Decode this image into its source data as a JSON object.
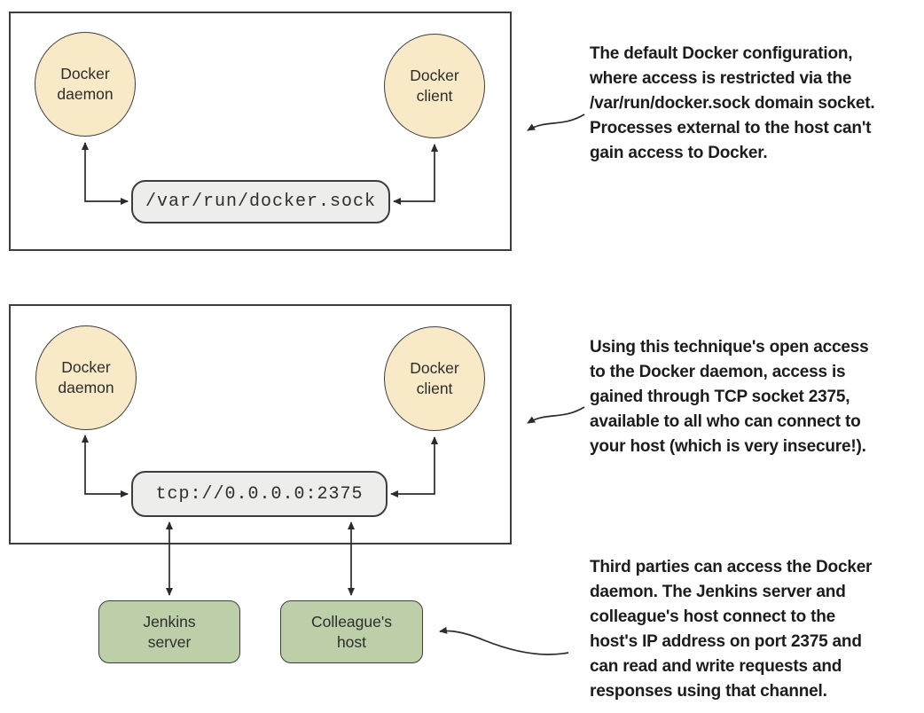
{
  "diagram": {
    "default_config_box": {
      "daemon": {
        "label_lines": [
          "Docker",
          "daemon"
        ]
      },
      "client": {
        "label_lines": [
          "Docker",
          "client"
        ]
      },
      "socket": {
        "label": "/var/run/docker.sock"
      }
    },
    "open_access_box": {
      "daemon": {
        "label_lines": [
          "Docker",
          "daemon"
        ]
      },
      "client": {
        "label_lines": [
          "Docker",
          "client"
        ]
      },
      "socket": {
        "label": "tcp://0.0.0.0:2375"
      }
    },
    "third_parties": {
      "jenkins": {
        "label_lines": [
          "Jenkins",
          "server"
        ]
      },
      "colleague": {
        "label_lines": [
          "Colleague's",
          "host"
        ]
      }
    }
  },
  "annotations": {
    "default_config": {
      "lines": [
        "The default Docker configuration,",
        "where access is restricted via the",
        "/var/run/docker.sock domain socket.",
        "Processes external to the host can't",
        "gain access to Docker."
      ]
    },
    "open_access": {
      "lines": [
        "Using this technique's open access",
        "to the Docker daemon, access is",
        "gained through TCP socket 2375,",
        "available to all who can connect to",
        "your host (which is very insecure!).",
        ""
      ]
    },
    "third_parties": {
      "lines": [
        "Third parties can access the Docker",
        "daemon. The Jenkins server and",
        "colleague's host connect to the",
        "host's IP address on port 2375 and",
        "can read and write requests and",
        "responses using that channel."
      ]
    }
  },
  "colors": {
    "node_fill": "#f8eac6",
    "node_border": "#3d3d3d",
    "socket_fill": "#ededeb",
    "third_party_fill": "#bccfa8",
    "arrow": "#2b2b2b",
    "annotation_text": "#1c1c1c"
  }
}
